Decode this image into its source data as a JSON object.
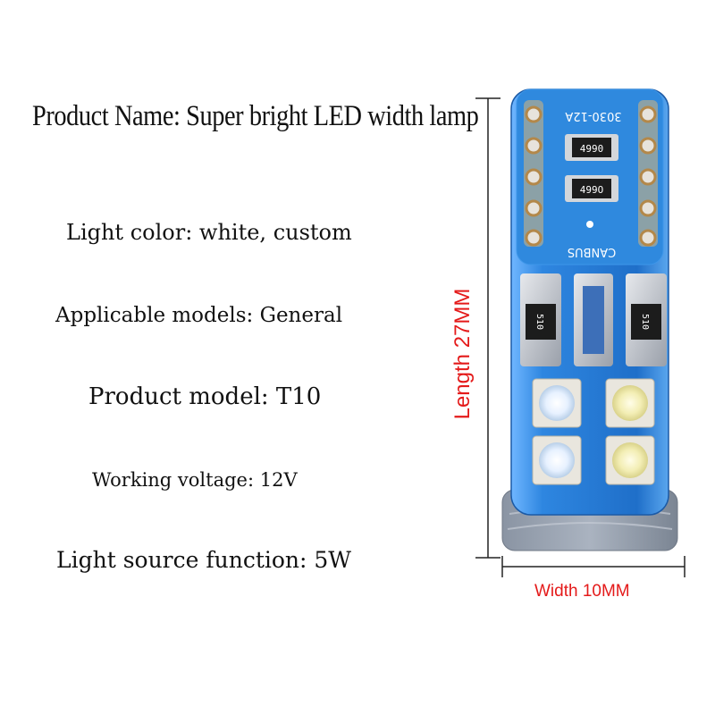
{
  "specs": {
    "product_name": "Product Name: Super bright LED width lamp",
    "light_color": "Light color: white, custom",
    "applicable_models": "Applicable models: General",
    "product_model": "Product model: T10",
    "working_voltage": "Working voltage: 12V",
    "light_source": "Light source function: 5W"
  },
  "dimensions": {
    "length": "Length 27MM",
    "width": "Width 10MM"
  },
  "board": {
    "top_text": "3030-12A",
    "resistor_top": "4990",
    "resistor_mid": "499O",
    "canbus": "CANBUS",
    "resistor_small": "510"
  },
  "colors": {
    "accent": "#e41a1a",
    "board": "#2b7fd6",
    "pad": "#c9a36a"
  }
}
